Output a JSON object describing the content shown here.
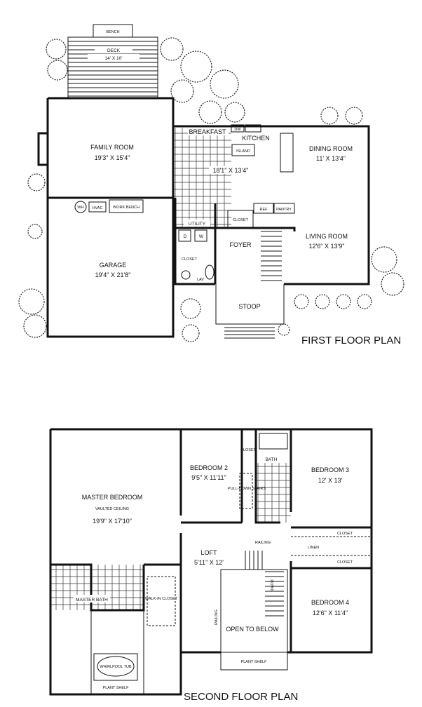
{
  "first_floor": {
    "title": "FIRST FLOOR PLAN",
    "bench": "BENCH",
    "deck": {
      "name": "DECK",
      "dims": "14' X 10'"
    },
    "family_room": {
      "name": "FAMILY ROOM",
      "dims": "19'3\" X 15'4\""
    },
    "breakfast": "BREAKFAST",
    "kitchen": {
      "name": "KITCHEN",
      "dims": "18'1\" X 13'4\""
    },
    "dw": "DW",
    "island": "ISLAND",
    "ref": "REF",
    "pantry": "PANTRY",
    "closet_foyer": "CLOSET",
    "dining_room": {
      "name": "DINING ROOM",
      "dims": "11' X 13'4\""
    },
    "living_room": {
      "name": "LIVING ROOM",
      "dims": "12'6\" X 13'9\""
    },
    "wh": "WH",
    "hvac": "HVAC",
    "work_bench": "WORK BENCH",
    "utility": "UTILITY",
    "dryer": "D",
    "washer": "W",
    "foyer": "FOYER",
    "closet_lav": "CLOSET",
    "lav": "LAV",
    "garage": {
      "name": "GARAGE",
      "dims": "19'4\" X 21'8\""
    },
    "stoop": "STOOP"
  },
  "second_floor": {
    "title": "SECOND FLOOR PLAN",
    "master_bedroom": {
      "name": "MASTER BEDROOM",
      "note": "VAULTED CEILING",
      "dims": "19'9\" X 17'10\""
    },
    "bedroom2": {
      "name": "BEDROOM 2",
      "dims": "9'5\" X 11'11\""
    },
    "closet_b2": "CLOSET",
    "pull_down_stairs": "PULL-DOWN STAIRS",
    "bath": "BATH",
    "bedroom3": {
      "name": "BEDROOM 3",
      "dims": "12' X 13'"
    },
    "closet_b3": "CLOSET",
    "linen": "LINEN",
    "closet_b4": "CLOSET",
    "loft": {
      "name": "LOFT",
      "dims": "5'11\" X 12'"
    },
    "railing_top": "RAILING",
    "railing_side": "RAILING",
    "down": "DOWN",
    "open_to_below": "OPEN TO BELOW",
    "plant_shelf_loft": "PLANT SHELF",
    "bedroom4": {
      "name": "BEDROOM 4",
      "dims": "12'6\" X 11'4\""
    },
    "walk_in_closet": "WALK-IN CLOSET",
    "master_bath": "MASTER BATH",
    "whirlpool_tub": "WHIRLPOOL TUB",
    "plant_shelf_bath": "PLANT SHELF"
  }
}
